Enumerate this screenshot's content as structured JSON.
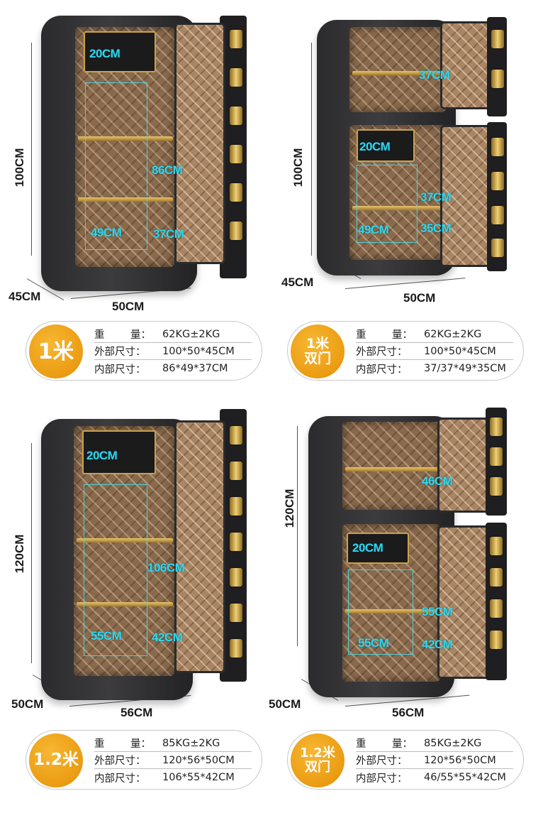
{
  "colors": {
    "badge": "#eb9c12",
    "label": "#2fd7ec",
    "cabinet": "#2b2b2d",
    "lining": "#8a6a4c",
    "gold": "#c9a24d"
  },
  "products": [
    {
      "badge": "1米",
      "height": "100CM",
      "depth": "45CM",
      "width": "50CM",
      "labels": {
        "drawer": "20CM",
        "main": "86CM",
        "w": "49CM",
        "d": "37CM"
      },
      "spec": {
        "weight_key": [
          "重",
          "量："
        ],
        "weight": "62KG±2KG",
        "outer_key": "外部尺寸：",
        "outer": "100*50*45CM",
        "inner_key": "内部尺寸：",
        "inner": "86*49*37CM"
      }
    },
    {
      "badge": "1米\n双门",
      "height": "100CM",
      "depth": "45CM",
      "width": "50CM",
      "labels": {
        "top": "37CM",
        "drawer": "20CM",
        "main": "37CM",
        "w": "49CM",
        "d": "35CM"
      },
      "spec": {
        "weight_key": [
          "重",
          "量："
        ],
        "weight": "62KG±2KG",
        "outer_key": "外部尺寸：",
        "outer": "100*50*45CM",
        "inner_key": "内部尺寸：",
        "inner": "37/37*49*35CM"
      }
    },
    {
      "badge": "1.2米",
      "height": "120CM",
      "depth": "50CM",
      "width": "56CM",
      "labels": {
        "drawer": "20CM",
        "main": "106CM",
        "w": "55CM",
        "d": "42CM"
      },
      "spec": {
        "weight_key": [
          "重",
          "量："
        ],
        "weight": "85KG±2KG",
        "outer_key": "外部尺寸：",
        "outer": "120*56*50CM",
        "inner_key": "内部尺寸：",
        "inner": "106*55*42CM"
      }
    },
    {
      "badge": "1.2米\n双门",
      "height": "120CM",
      "depth": "50CM",
      "width": "56CM",
      "labels": {
        "top": "46CM",
        "drawer": "20CM",
        "main": "55CM",
        "w": "55CM",
        "d": "42CM"
      },
      "spec": {
        "weight_key": [
          "重",
          "量："
        ],
        "weight": "85KG±2KG",
        "outer_key": "外部尺寸：",
        "outer": "120*56*50CM",
        "inner_key": "内部尺寸：",
        "inner": "46/55*55*42CM"
      }
    }
  ]
}
